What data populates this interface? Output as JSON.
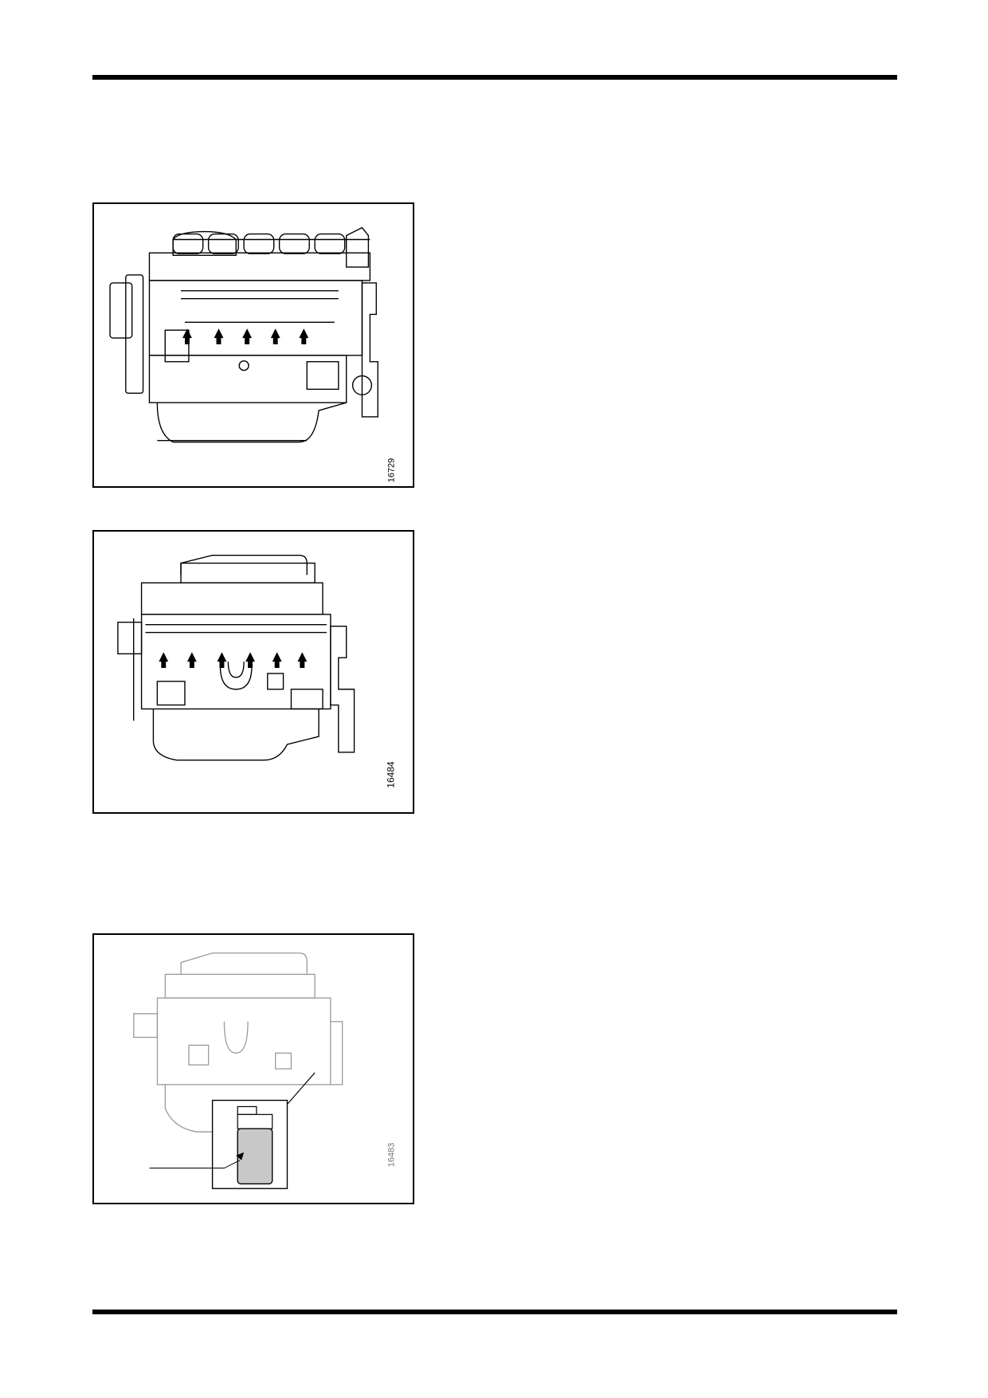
{
  "figures": [
    {
      "id": "16729"
    },
    {
      "id": "16484"
    },
    {
      "id": "16483"
    }
  ]
}
